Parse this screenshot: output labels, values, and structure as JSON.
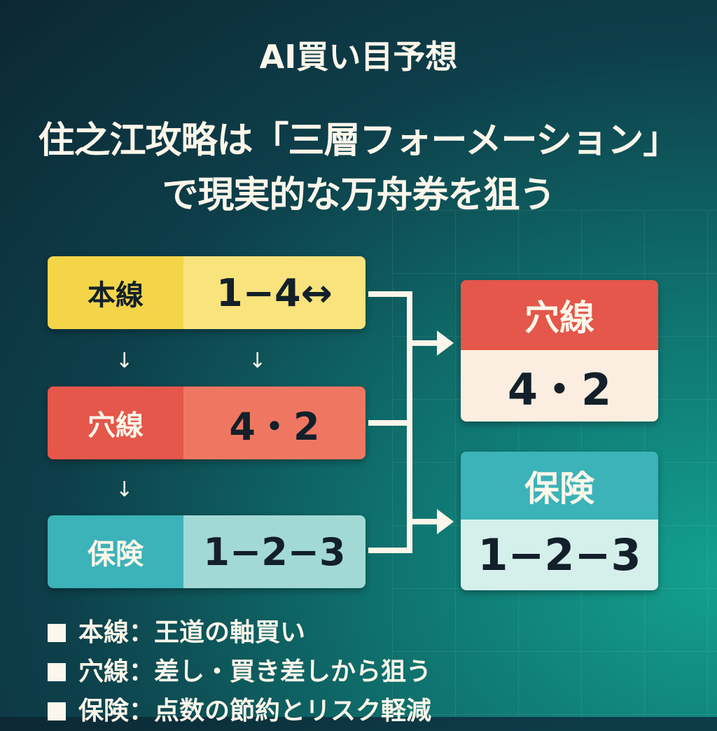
{
  "header": {
    "label": "AI買い目予想",
    "title_line1": "住之江攻略は「三層フォーメーション」",
    "title_line2": "で現実的な万舟券を狙う"
  },
  "rows": [
    {
      "label": "本線",
      "value": "1−4↔"
    },
    {
      "label": "穴線",
      "value": "4・2"
    },
    {
      "label": "保険",
      "value": "1−2−3"
    }
  ],
  "cards": [
    {
      "label": "穴線",
      "value": "4・2"
    },
    {
      "label": "保険",
      "value": "1−2−3"
    }
  ],
  "arrow": "↓",
  "legend": [
    "本線：王道の軸買い",
    "穴線：差し・買き差しから狙う",
    "保険：点数の節約とリスク軽減"
  ],
  "colors": {
    "yellow": "#f4d54a",
    "red": "#e4574a",
    "teal": "#3bb3b8"
  }
}
